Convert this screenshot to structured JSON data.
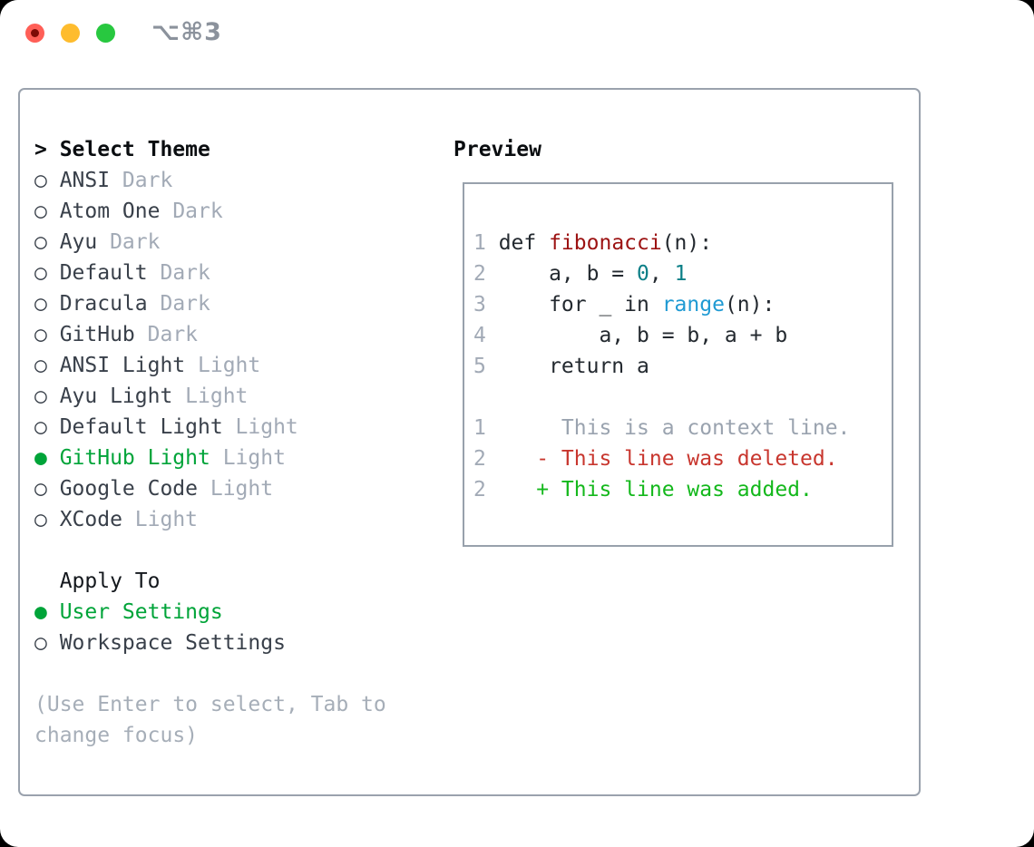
{
  "titlebar": {
    "title": "⌥⌘3",
    "buttons": [
      "close",
      "minimize",
      "zoom"
    ]
  },
  "icons": {
    "radio_unselected": "○",
    "radio_selected": "●",
    "focus_prefix": ">"
  },
  "colors": {
    "selection_green": "#00a439",
    "added_green": "#14b81c",
    "deleted_red": "#c8362e",
    "function_red": "#9c1212",
    "number_teal": "#0b7f87",
    "builtin_blue": "#1f9ad3",
    "muted_gray": "#a2aab6",
    "panel_border": "#9aa2ad",
    "traffic_red": "#ff5f57",
    "traffic_yellow": "#febc2e",
    "traffic_green": "#28c840"
  },
  "theme_list": {
    "prefix": ">",
    "title": "Select Theme",
    "items": [
      {
        "bullet": "○",
        "name": "ANSI",
        "variant": "Dark",
        "selected": false
      },
      {
        "bullet": "○",
        "name": "Atom One",
        "variant": "Dark",
        "selected": false
      },
      {
        "bullet": "○",
        "name": "Ayu",
        "variant": "Dark",
        "selected": false
      },
      {
        "bullet": "○",
        "name": "Default",
        "variant": "Dark",
        "selected": false
      },
      {
        "bullet": "○",
        "name": "Dracula",
        "variant": "Dark",
        "selected": false
      },
      {
        "bullet": "○",
        "name": "GitHub",
        "variant": "Dark",
        "selected": false
      },
      {
        "bullet": "○",
        "name": "ANSI Light",
        "variant": "Light",
        "selected": false
      },
      {
        "bullet": "○",
        "name": "Ayu Light",
        "variant": "Light",
        "selected": false
      },
      {
        "bullet": "○",
        "name": "Default Light",
        "variant": "Light",
        "selected": false
      },
      {
        "bullet": "●",
        "name": "GitHub Light",
        "variant": "Light",
        "selected": true
      },
      {
        "bullet": "○",
        "name": "Google Code",
        "variant": "Light",
        "selected": false
      },
      {
        "bullet": "○",
        "name": "XCode",
        "variant": "Light",
        "selected": false
      }
    ]
  },
  "apply_to": {
    "title": "Apply To",
    "items": [
      {
        "bullet": "●",
        "label": "User Settings",
        "selected": true
      },
      {
        "bullet": "○",
        "label": "Workspace Settings",
        "selected": false
      }
    ]
  },
  "hint": {
    "line1": "(Use Enter to select, Tab to",
    "line2": "change focus)"
  },
  "preview": {
    "title": "Preview",
    "code_lines": [
      {
        "num": "1",
        "t0": "def ",
        "t1": "fibonacci",
        "t2": "(n):"
      },
      {
        "num": "2",
        "t0": "    a, b = ",
        "t1": "0",
        "t2": ", ",
        "t3": "1"
      },
      {
        "num": "3",
        "t0": "    for _ in ",
        "t1": "range",
        "t2": "(n):"
      },
      {
        "num": "4",
        "t0": "        a, b = b, a + b"
      },
      {
        "num": "5",
        "t0": "    return a"
      }
    ],
    "diff_lines": [
      {
        "num": "1",
        "text": "     This is a context line."
      },
      {
        "num": "2",
        "text": "   - This line was deleted."
      },
      {
        "num": "2",
        "text": "   + This line was added."
      }
    ]
  }
}
